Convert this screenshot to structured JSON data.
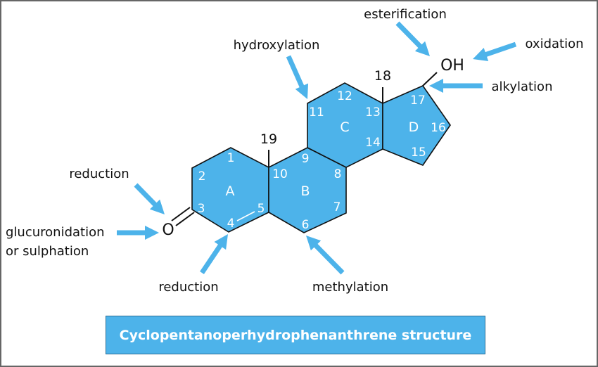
{
  "colors": {
    "ring_fill": "#4db3ea",
    "arrow": "#4db3ea",
    "bond": "#111111"
  },
  "title": "Cyclopentanoperhydrophenanthrene structure",
  "atoms": {
    "oxygen": "O",
    "hydroxyl": "OH",
    "methyl_18": "18",
    "methyl_19": "19"
  },
  "ring_letters": [
    "A",
    "B",
    "C",
    "D"
  ],
  "carbon_numbers": [
    "1",
    "2",
    "3",
    "4",
    "5",
    "6",
    "7",
    "8",
    "9",
    "10",
    "11",
    "12",
    "13",
    "14",
    "15",
    "16",
    "17"
  ],
  "labels": {
    "esterification": "esterification",
    "hydroxylation": "hydroxylation",
    "oxidation": "oxidation",
    "alkylation": "alkylation",
    "reduction_top": "reduction",
    "glucuronidation_1": "glucuronidation",
    "glucuronidation_2": "or sulphation",
    "reduction_bottom": "reduction",
    "methylation": "methylation"
  }
}
